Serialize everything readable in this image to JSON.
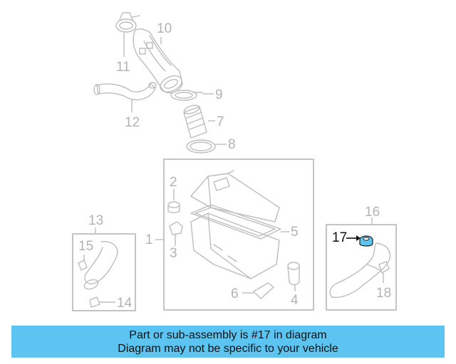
{
  "callouts": {
    "c1": "1",
    "c2": "2",
    "c3": "3",
    "c4": "4",
    "c5": "5",
    "c6": "6",
    "c7": "7",
    "c8": "8",
    "c9": "9",
    "c10": "10",
    "c11": "11",
    "c12": "12",
    "c13": "13",
    "c14": "14",
    "c15": "15",
    "c16": "16",
    "c17": "17",
    "c18": "18"
  },
  "highlight": {
    "part": "17",
    "color": "#5bc4f1"
  },
  "banner": {
    "line1": "Part or sub-assembly is #17 in diagram",
    "line2": "Diagram may not be specific to your vehicle",
    "background": "#5bc4f1"
  }
}
